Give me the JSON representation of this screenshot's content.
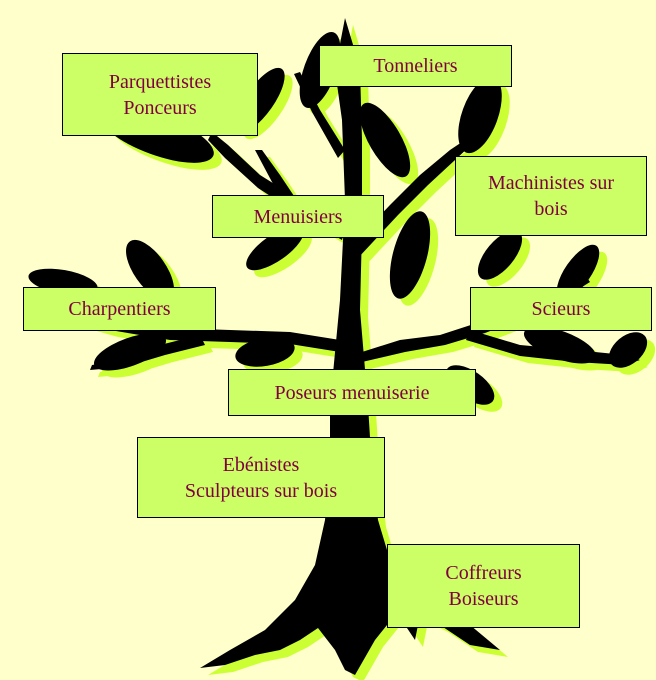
{
  "colors": {
    "background": "#ffffcc",
    "box_fill": "#ccff66",
    "label_text": "#800040",
    "tree": "#000000",
    "tree_shadow": "#ccff33"
  },
  "boxes": {
    "parquettistes": {
      "line1": "Parquettistes",
      "line2": "Ponceurs"
    },
    "tonneliers": {
      "line1": "Tonneliers"
    },
    "machinistes": {
      "line1": "Machinistes sur",
      "line2": "bois"
    },
    "menuisiers": {
      "line1": "Menuisiers"
    },
    "charpentiers": {
      "line1": "Charpentiers"
    },
    "scieurs": {
      "line1": "Scieurs"
    },
    "poseurs": {
      "line1": "Poseurs menuiserie"
    },
    "ebenistes": {
      "line1": "Ebénistes",
      "line2": "Sculpteurs sur bois"
    },
    "coffreurs": {
      "line1": "Coffreurs",
      "line2": "Boiseurs"
    }
  }
}
